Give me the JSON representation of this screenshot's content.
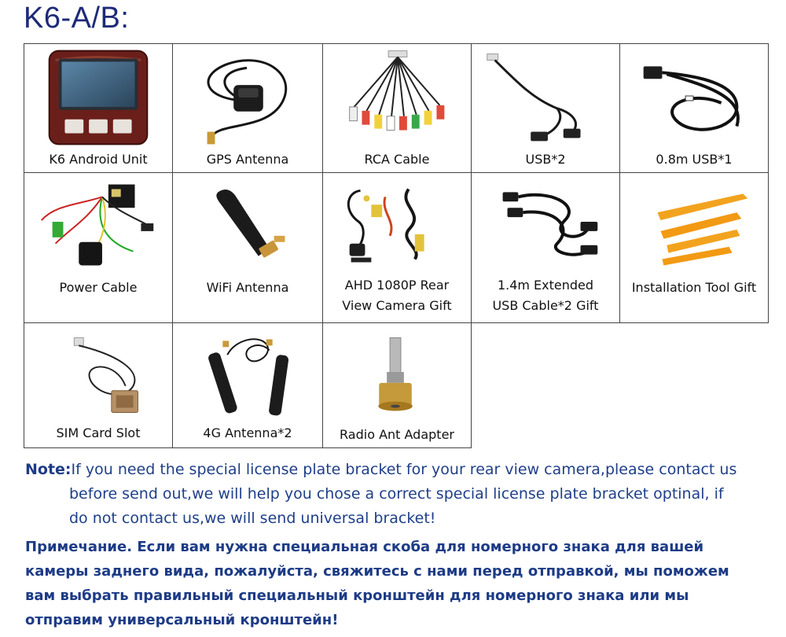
{
  "title": "K6-A/B:",
  "items": [
    {
      "label": "K6 Android Unit"
    },
    {
      "label": "GPS Antenna"
    },
    {
      "label": "RCA Cable"
    },
    {
      "label": "USB*2"
    },
    {
      "label": "0.8m USB*1"
    },
    {
      "label": "Power Cable"
    },
    {
      "label": "WiFi Antenna"
    },
    {
      "label": "AHD 1080P Rear",
      "label2": "View Camera Gift"
    },
    {
      "label": "1.4m Extended",
      "label2": "USB Cable*2 Gift"
    },
    {
      "label": "Installation Tool Gift"
    },
    {
      "label": "SIM Card Slot"
    },
    {
      "label": "4G Antenna*2"
    },
    {
      "label": "Radio Ant Adapter"
    }
  ],
  "note_en": {
    "lead": "Note:",
    "line1": "If you need the special license plate bracket for your rear view camera,please contact us",
    "line2": "before send out,we will help you chose a correct special license plate bracket optinal, if",
    "line3": "do not contact us,we will send universal bracket!"
  },
  "note_ru": {
    "line1": "Примечание. Если вам нужна специальная скоба для номерного знака для вашей",
    "line2": "камеры заднего вида, пожалуйста, свяжитесь с нами перед отправкой, мы поможем",
    "line3": "вам выбрать правильный специальный кронштейн для номерного знака или мы",
    "line4": "отправим универсальный кронштейн!"
  },
  "colors": {
    "title": "#1d2a78",
    "note": "#1f3f88",
    "border": "#444444"
  }
}
